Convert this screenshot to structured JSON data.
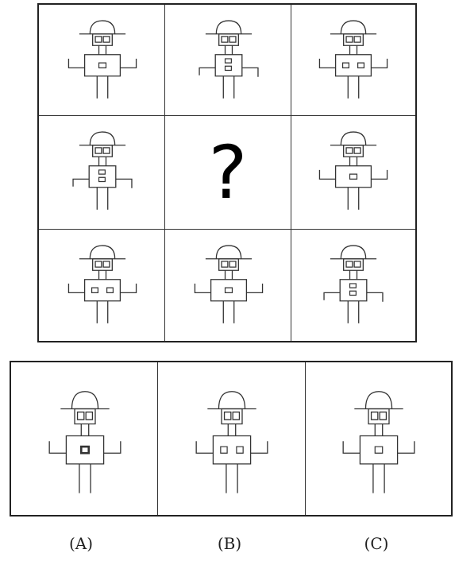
{
  "puzzle": {
    "grid_rows": 3,
    "grid_cols": 3,
    "grid": [
      {
        "kind": "robot",
        "body": "wide",
        "windows": 1,
        "orientation": "horizontal",
        "filled": false
      },
      {
        "kind": "robot",
        "body": "narrow",
        "windows": 2,
        "orientation": "vertical",
        "filled": false
      },
      {
        "kind": "robot",
        "body": "wide",
        "windows": 2,
        "orientation": "horizontal",
        "filled": false
      },
      {
        "kind": "robot",
        "body": "narrow",
        "windows": 2,
        "orientation": "vertical",
        "filled": false
      },
      {
        "kind": "question",
        "text": "?"
      },
      {
        "kind": "robot",
        "body": "wide",
        "windows": 1,
        "orientation": "horizontal",
        "filled": false
      },
      {
        "kind": "robot",
        "body": "wide",
        "windows": 2,
        "orientation": "horizontal",
        "filled": false
      },
      {
        "kind": "robot",
        "body": "wide",
        "windows": 1,
        "orientation": "horizontal",
        "filled": false
      },
      {
        "kind": "robot",
        "body": "narrow",
        "windows": 2,
        "orientation": "vertical",
        "filled": false
      }
    ],
    "options": [
      {
        "label": "(A)",
        "robot": {
          "body": "wide",
          "windows": 1,
          "orientation": "horizontal",
          "filled": true
        }
      },
      {
        "label": "(B)",
        "robot": {
          "body": "wide",
          "windows": 2,
          "orientation": "horizontal",
          "filled": false
        }
      },
      {
        "label": "(C)",
        "robot": {
          "body": "wide",
          "windows": 1,
          "orientation": "horizontal",
          "filled": false
        }
      }
    ],
    "stroke_color": "#333333"
  }
}
